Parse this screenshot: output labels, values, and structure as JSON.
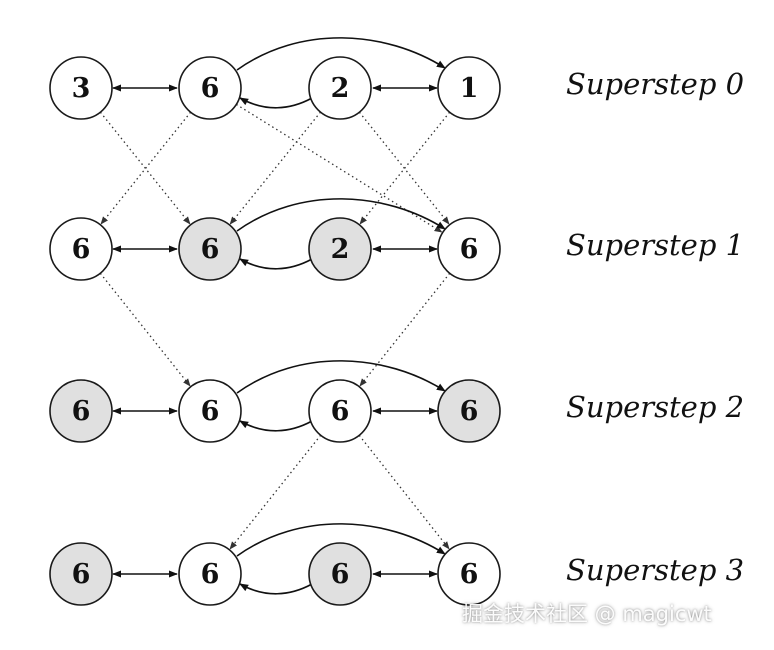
{
  "colors": {
    "active_fill": "#e0e0e0",
    "inactive_fill": "#ffffff",
    "stroke": "#1a1a1a"
  },
  "supersteps": [
    {
      "label": "Superstep 0",
      "nodes": [
        {
          "value": "3",
          "active": false
        },
        {
          "value": "6",
          "active": false
        },
        {
          "value": "2",
          "active": false
        },
        {
          "value": "1",
          "active": false
        }
      ]
    },
    {
      "label": "Superstep 1",
      "nodes": [
        {
          "value": "6",
          "active": false
        },
        {
          "value": "6",
          "active": true
        },
        {
          "value": "2",
          "active": true
        },
        {
          "value": "6",
          "active": false
        }
      ]
    },
    {
      "label": "Superstep 2",
      "nodes": [
        {
          "value": "6",
          "active": true
        },
        {
          "value": "6",
          "active": false
        },
        {
          "value": "6",
          "active": false
        },
        {
          "value": "6",
          "active": true
        }
      ]
    },
    {
      "label": "Superstep 3",
      "nodes": [
        {
          "value": "6",
          "active": true
        },
        {
          "value": "6",
          "active": false
        },
        {
          "value": "6",
          "active": true
        },
        {
          "value": "6",
          "active": false
        }
      ]
    }
  ],
  "messages": [
    [
      {
        "from": 0,
        "to": 1
      },
      {
        "from": 1,
        "to": 0
      },
      {
        "from": 1,
        "to": 3
      },
      {
        "from": 2,
        "to": 1
      },
      {
        "from": 2,
        "to": 3
      },
      {
        "from": 3,
        "to": 2
      }
    ],
    [
      {
        "from": 0,
        "to": 1
      },
      {
        "from": 3,
        "to": 2
      }
    ],
    [
      {
        "from": 2,
        "to": 1
      },
      {
        "from": 2,
        "to": 3
      }
    ]
  ],
  "watermark": "掘金技术社区 @ magicwt"
}
